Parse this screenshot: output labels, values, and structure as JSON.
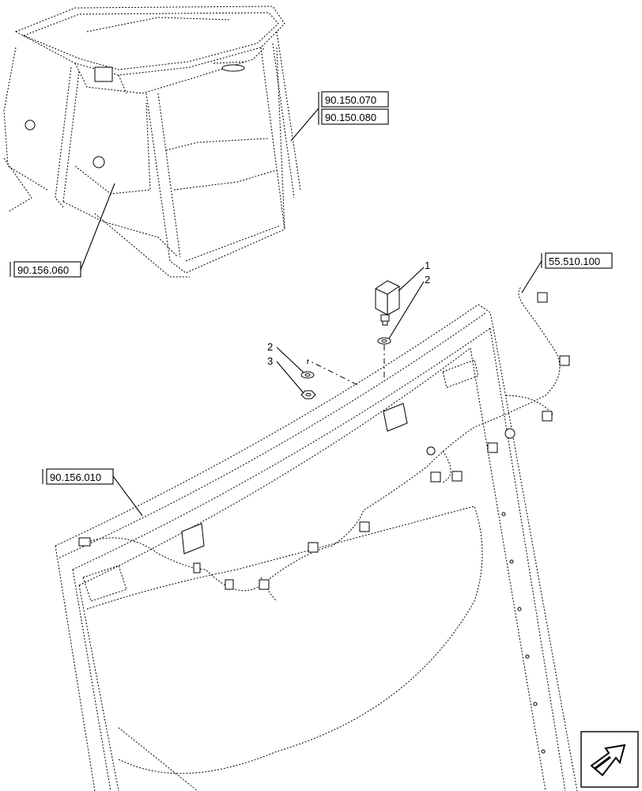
{
  "diagram": {
    "references": {
      "ref_top_1": "90.150.070",
      "ref_top_2": "90.150.080",
      "ref_cab_left": "90.156.060",
      "ref_harness": "55.510.100",
      "ref_frame": "90.156.010"
    },
    "callouts": {
      "item_1": "1",
      "item_2_upper": "2",
      "item_2_lower": "2",
      "item_3": "3"
    },
    "nav_icon": "arrow-navigation-icon"
  }
}
